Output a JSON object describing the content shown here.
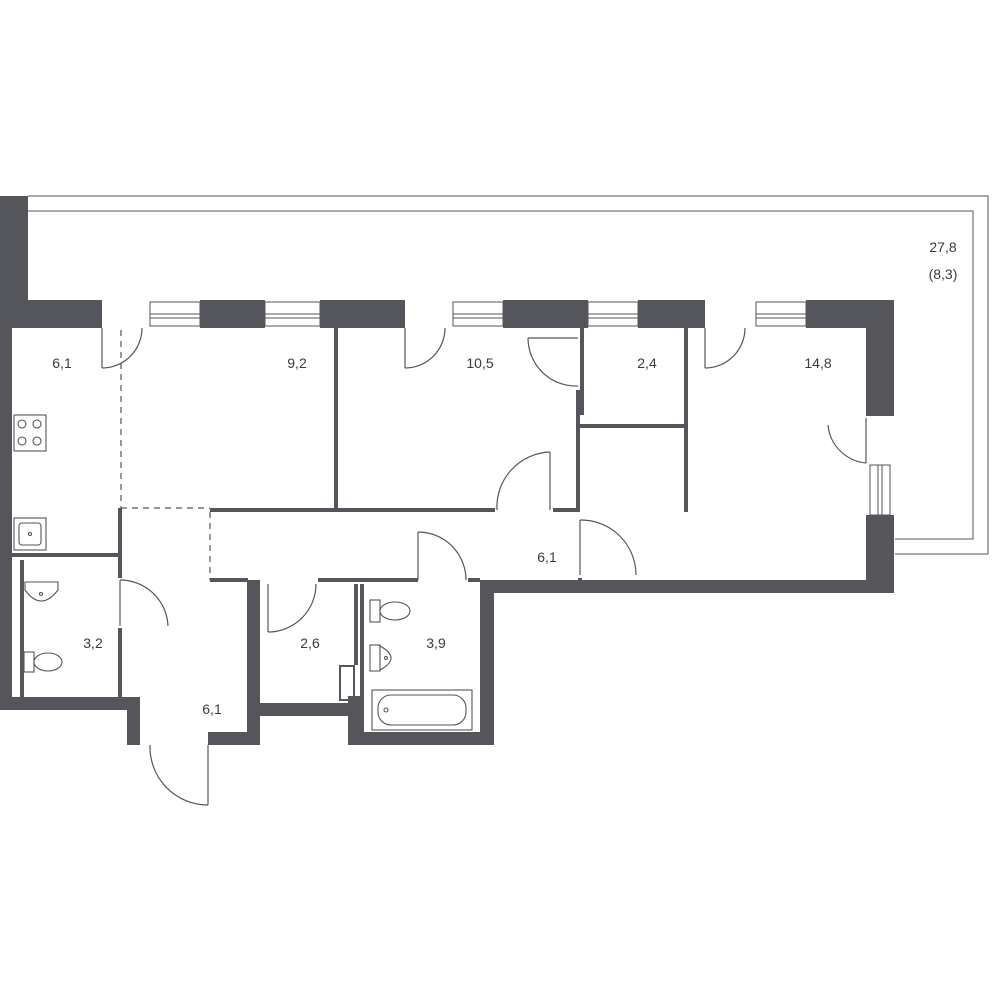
{
  "rooms": {
    "kitchen": "6,1",
    "room_9_2": "9,2",
    "room_10_5": "10,5",
    "closet_2_4": "2,4",
    "room_14_8": "14,8",
    "terrace_area": "27,8",
    "terrace_reduced": "(8,3)",
    "corridor_main": "6,1",
    "bathroom_small": "3,2",
    "storage_2_6": "2,6",
    "bathroom_tub": "3,9",
    "entrance_hall": "6,1"
  },
  "colors": {
    "wall": "#55565b",
    "background": "#ffffff",
    "text": "#3a3b40"
  }
}
